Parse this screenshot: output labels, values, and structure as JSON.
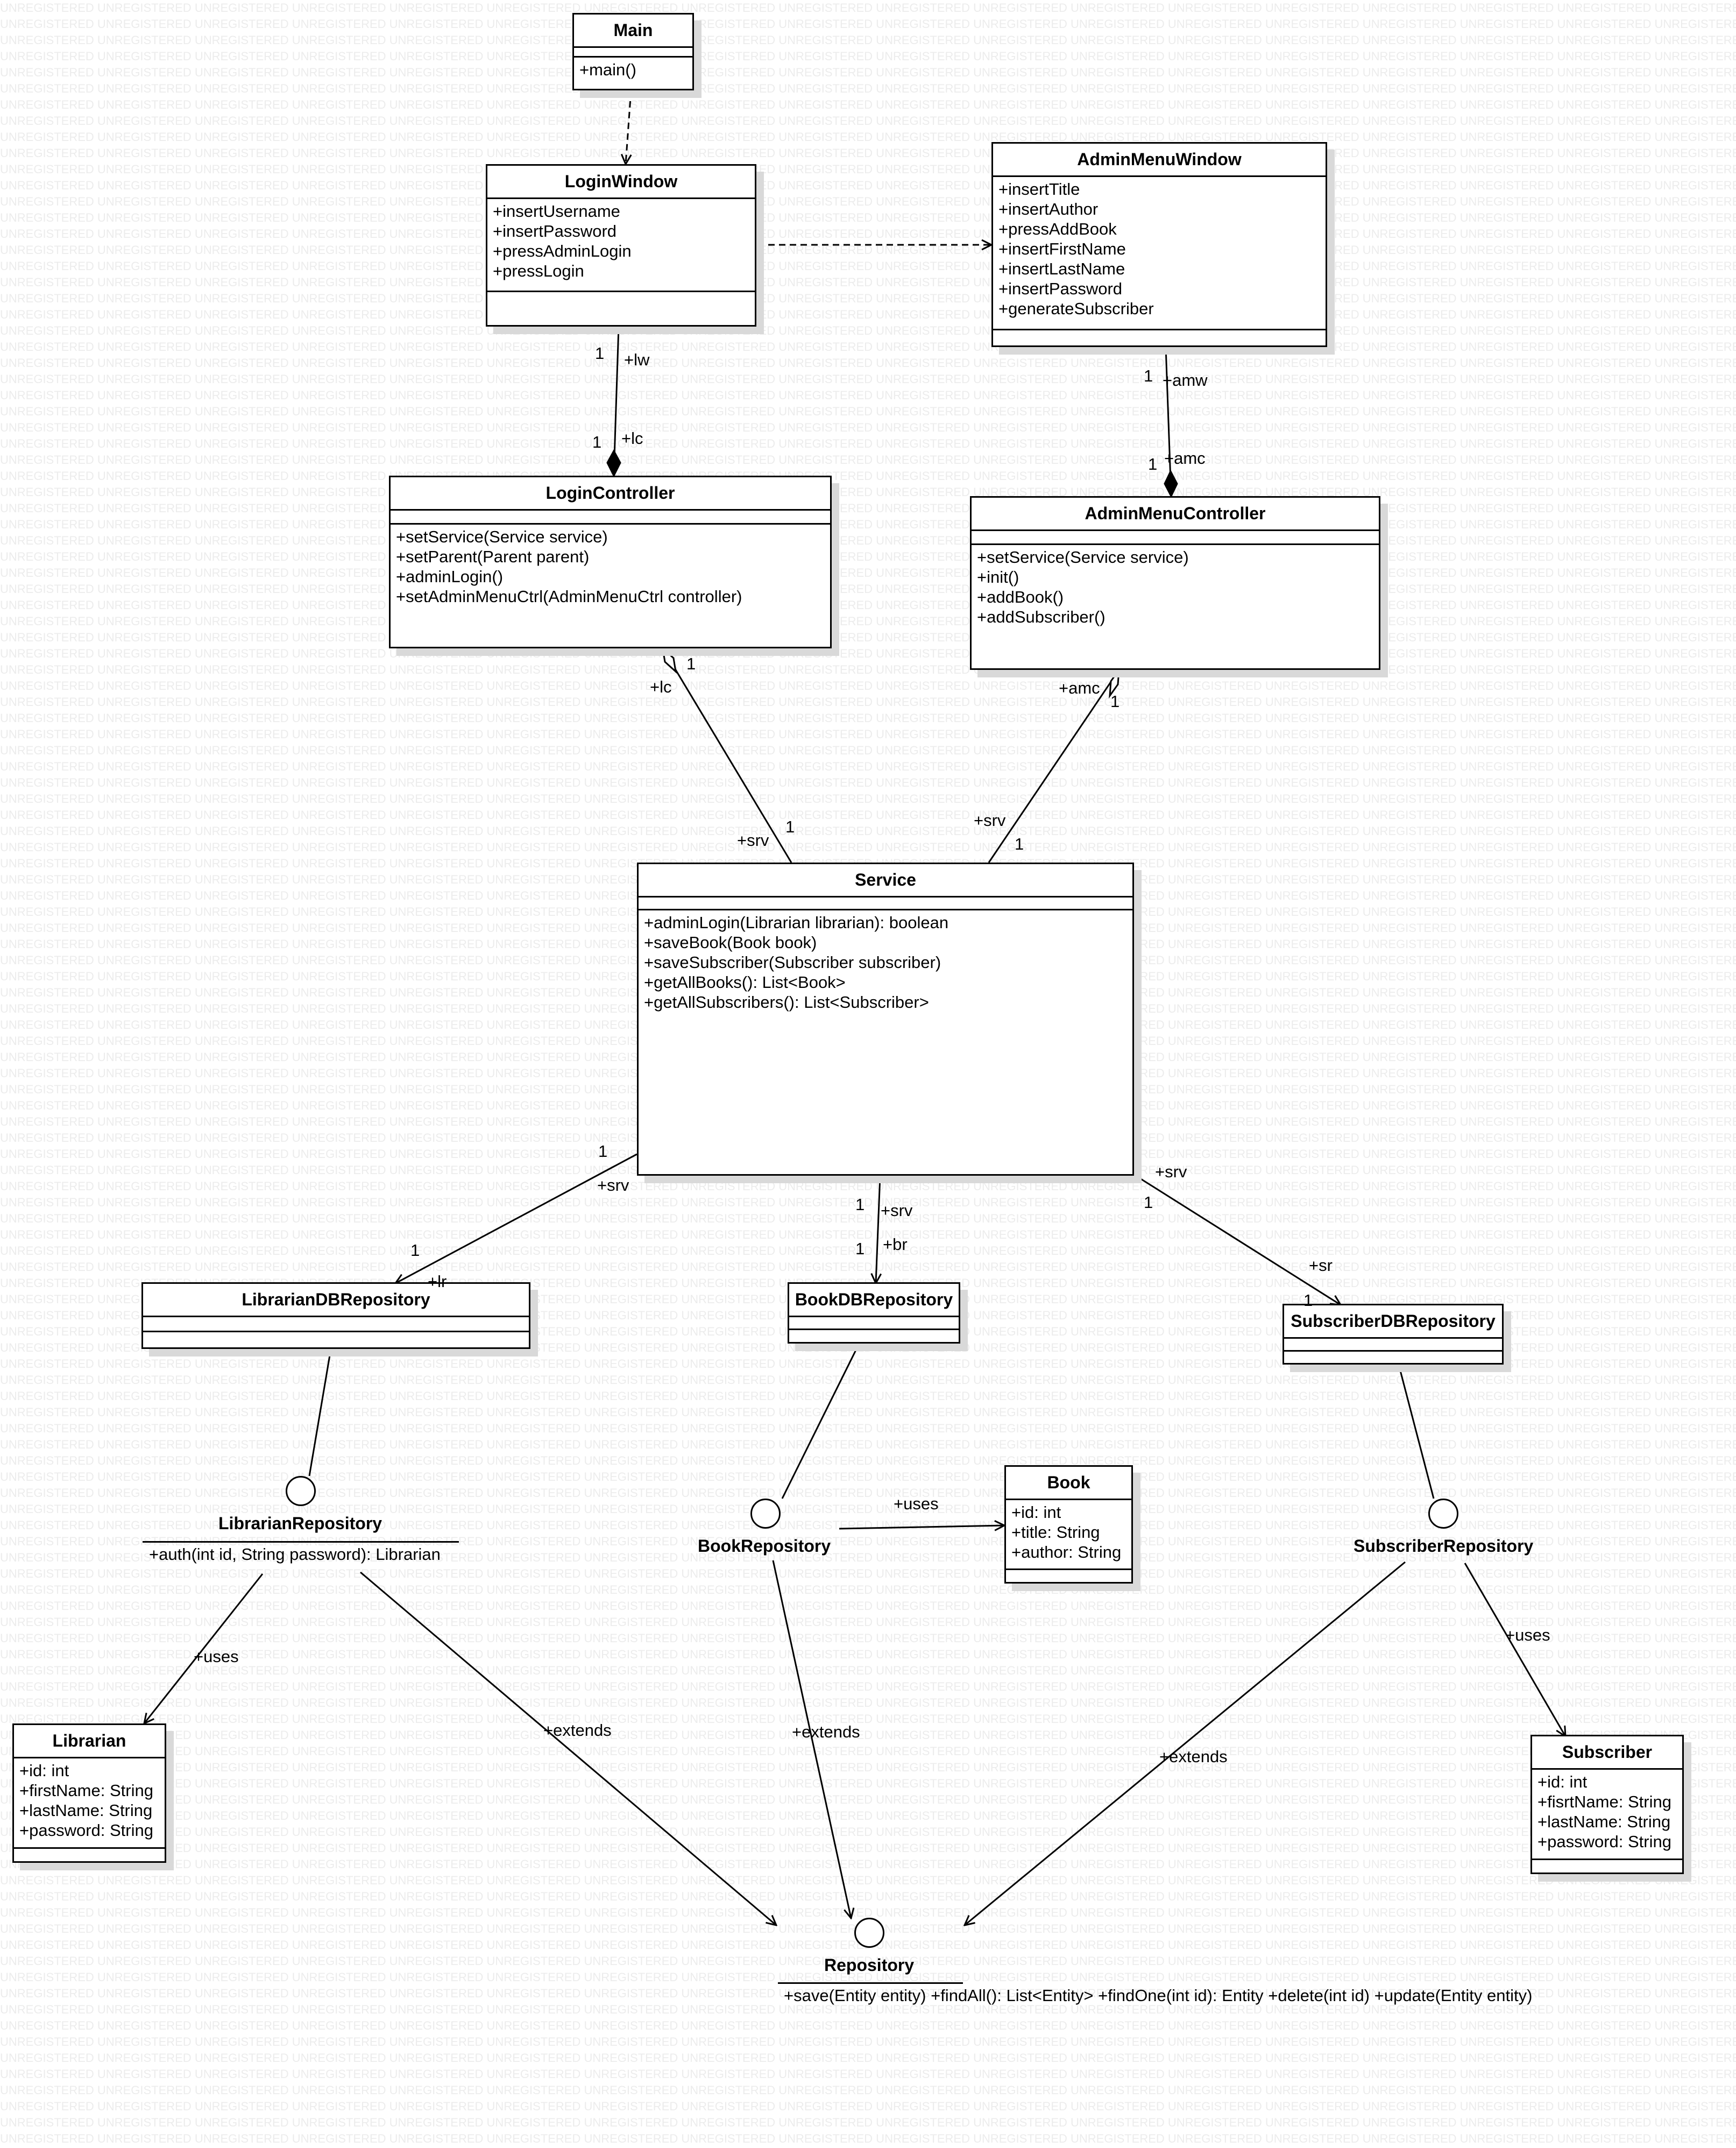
{
  "watermark_text": "UNREGISTERED",
  "classes": {
    "main": {
      "name": "Main",
      "operations": [
        "+main()"
      ]
    },
    "login_window": {
      "name": "LoginWindow",
      "operations": [
        "+insertUsername",
        "+insertPassword",
        "+pressAdminLogin",
        "+pressLogin"
      ]
    },
    "admin_menu_window": {
      "name": "AdminMenuWindow",
      "operations": [
        "+insertTitle",
        "+insertAuthor",
        "+pressAddBook",
        "+insertFirstName",
        "+insertLastName",
        "+insertPassword",
        "+generateSubscriber"
      ]
    },
    "login_controller": {
      "name": "LoginController",
      "operations": [
        "+setService(Service service)",
        "+setParent(Parent parent)",
        "+adminLogin()",
        "+setAdminMenuCtrl(AdminMenuCtrl controller)"
      ]
    },
    "admin_menu_controller": {
      "name": "AdminMenuController",
      "operations": [
        "+setService(Service service)",
        "+init()",
        "+addBook()",
        "+addSubscriber()"
      ]
    },
    "service": {
      "name": "Service",
      "operations": [
        "+adminLogin(Librarian librarian): boolean",
        "+saveBook(Book book)",
        "+saveSubscriber(Subscriber subscriber)",
        "+getAllBooks(): List<Book>",
        "+getAllSubscribers(): List<Subscriber>"
      ]
    },
    "librarian_db_repository": {
      "name": "LibrarianDBRepository"
    },
    "book_db_repository": {
      "name": "BookDBRepository"
    },
    "subscriber_db_repository": {
      "name": "SubscriberDBRepository"
    },
    "book": {
      "name": "Book",
      "attributes": [
        "+id: int",
        "+title: String",
        "+author: String"
      ]
    },
    "librarian": {
      "name": "Librarian",
      "attributes": [
        "+id: int",
        "+firstName: String",
        "+lastName: String",
        "+password: String"
      ]
    },
    "subscriber": {
      "name": "Subscriber",
      "attributes": [
        "+id: int",
        "+fisrtName: String",
        "+lastName: String",
        "+password: String"
      ]
    }
  },
  "interfaces": {
    "librarian_repository": {
      "name": "LibrarianRepository",
      "operations": [
        "+auth(int id, String password): Librarian"
      ]
    },
    "book_repository": {
      "name": "BookRepository"
    },
    "subscriber_repository": {
      "name": "SubscriberRepository"
    },
    "repository": {
      "name": "Repository",
      "operations": [
        "+save(Entity entity)",
        "+findAll(): List<Entity>",
        "+findOne(int id): Entity",
        "+delete(int id)",
        "+update(Entity entity)"
      ]
    }
  },
  "labels": {
    "lw_role": "+lw",
    "lw_mult": "1",
    "lc_role_top": "+lc",
    "lc_mult_top": "1",
    "amw_role": "+amw",
    "amw_mult": "1",
    "amc_role_top": "+amc",
    "amc_mult_top": "1",
    "lc_role": "+lc",
    "lc_mult": "1",
    "srv_role_lc": "+srv",
    "srv_mult_lc": "1",
    "amc_role": "+amc",
    "amc_mult": "1",
    "srv_role_amc": "+srv",
    "srv_mult_amc": "1",
    "srv_role_lr": "+srv",
    "srv_mult_lr": "1",
    "lr_role": "+lr",
    "lr_mult": "1",
    "srv_role_br": "+srv",
    "srv_mult_br": "1",
    "br_role": "+br",
    "br_mult": "1",
    "srv_role_sr": "+srv",
    "srv_mult_sr": "1",
    "sr_role": "+sr",
    "sr_mult": "1",
    "uses_book": "+uses",
    "uses_librarian": "+uses",
    "uses_subscriber": "+uses",
    "extends_librarian": "+extends",
    "extends_book": "+extends",
    "extends_subscriber": "+extends"
  }
}
